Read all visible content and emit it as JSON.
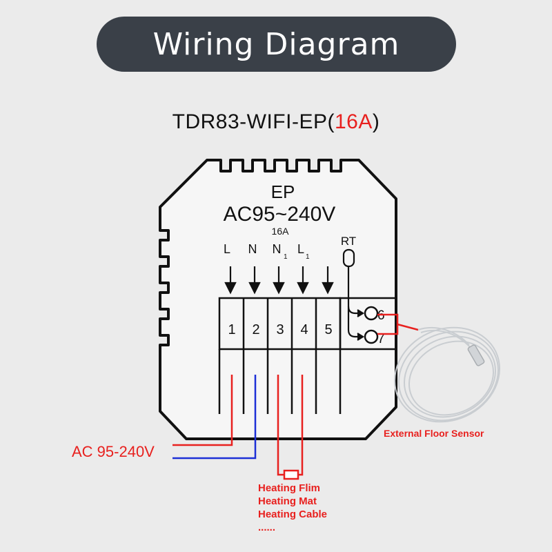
{
  "header": {
    "title": "Wiring Diagram"
  },
  "model": {
    "name": "TDR83-WIFI-EP(",
    "rating": "16A",
    "close": ")"
  },
  "device": {
    "label": "EP",
    "voltage": "AC95~240V",
    "current": "16A",
    "terminal_labels": [
      "L",
      "N",
      "N",
      "L",
      ""
    ],
    "terminal_subscripts": [
      "",
      "",
      "1",
      "1",
      ""
    ],
    "terminal_numbers": [
      "1",
      "2",
      "3",
      "4",
      "5"
    ],
    "sensor_terminal_label": "RT",
    "sensor_terminal_numbers": [
      "6",
      "7"
    ]
  },
  "labels": {
    "ac_supply": "AC 95-240V",
    "floor_sensor": "External Floor Sensor",
    "heating_loads": [
      "Heating Flim",
      "Heating Mat",
      "Heating Cable",
      "......"
    ]
  },
  "colors": {
    "header_bg": "#3a4048",
    "accent_red": "#e8201e",
    "neutral_blue": "#1c2fd6",
    "outline": "#111111",
    "cable_gray": "#c9cdd1"
  }
}
